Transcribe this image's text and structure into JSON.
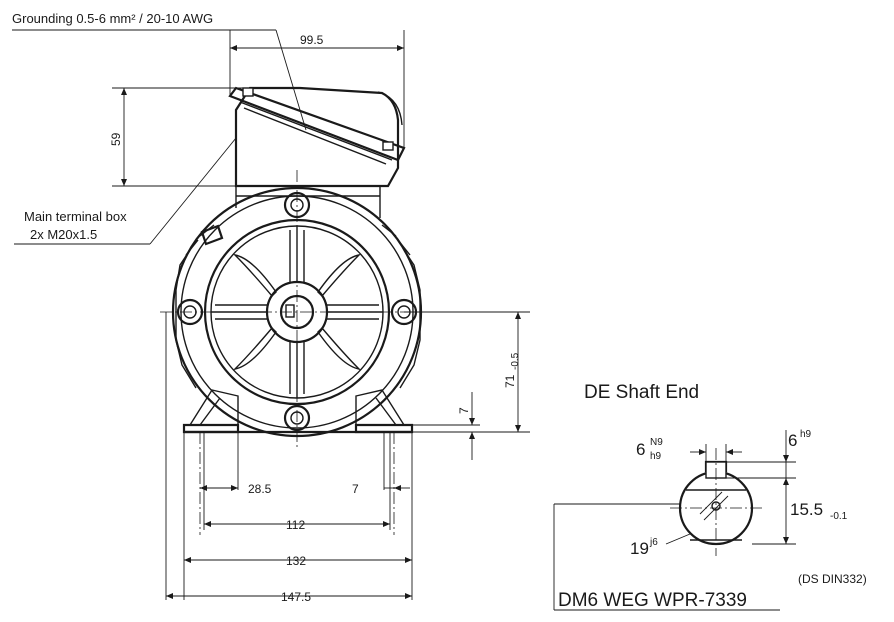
{
  "labels": {
    "grounding": "Grounding 0.5-6 mm² / 20-10 AWG",
    "main_box_line1": "Main terminal box",
    "main_box_line2": "2x M20x1.5",
    "de_shaft_end": "DE Shaft End",
    "model": "DM6 WEG WPR-7339",
    "ds_din": "(DS DIN332)"
  },
  "dims": {
    "d_99_5": "99.5",
    "d_59": "59",
    "d_71": "71",
    "d_71_tol": "-0.5",
    "d_7_vert": "7",
    "d_28_5": "28.5",
    "d_7_horiz": "7",
    "d_112": "112",
    "d_132": "132",
    "d_147_5": "147.5"
  },
  "shaft": {
    "key_width": "6",
    "key_width_tol_top": "N9",
    "key_width_tol_bot": "h9",
    "key_height": "6",
    "key_height_tol": "h9",
    "diameter": "19",
    "diameter_tol": "j6",
    "keyway_depth": "15.5",
    "keyway_depth_tol": "-0.1"
  }
}
